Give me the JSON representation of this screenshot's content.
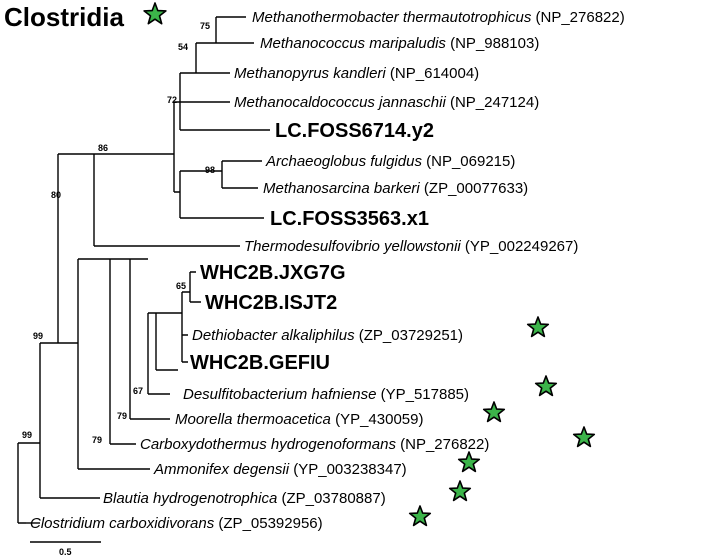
{
  "title": "Clostridia",
  "colors": {
    "star_fill": "#3cb54a",
    "line": "#000000"
  },
  "taxa": [
    {
      "id": "t1",
      "species": "Methanothermobacter thermautotrophicus",
      "accession": " (NP_276822)",
      "star": false
    },
    {
      "id": "t2",
      "species": "Methanococcus maripaludis",
      "accession": " (NP_988103)",
      "star": false
    },
    {
      "id": "t3",
      "species": "Methanopyrus kandleri",
      "accession": " (NP_614004)",
      "star": false
    },
    {
      "id": "t4",
      "species": "Methanocaldococcus jannaschii",
      "accession": " (NP_247124)",
      "star": false
    },
    {
      "id": "t5",
      "label": "LC.FOSS6714.y2"
    },
    {
      "id": "t6",
      "species": "Archaeoglobus fulgidus",
      "accession": " (NP_069215)",
      "star": false
    },
    {
      "id": "t7",
      "species": "Methanosarcina barkeri",
      "accession": " (ZP_00077633)",
      "star": false
    },
    {
      "id": "t8",
      "label": "LC.FOSS3563.x1"
    },
    {
      "id": "t9",
      "species": "Thermodesulfovibrio yellowstonii",
      "accession": " (YP_002249267)",
      "star": false
    },
    {
      "id": "t10",
      "label": "WHC2B.JXG7G"
    },
    {
      "id": "t11",
      "label": "WHC2B.ISJT2"
    },
    {
      "id": "t12",
      "species": "Dethiobacter alkaliphilus",
      "accession": " (ZP_03729251)",
      "star": true
    },
    {
      "id": "t13",
      "label": "WHC2B.GEFIU"
    },
    {
      "id": "t14",
      "species": "Desulfitobacterium hafniense",
      "accession": " (YP_517885)",
      "star": true
    },
    {
      "id": "t15",
      "species": "Moorella thermoacetica",
      "accession": " (YP_430059)",
      "star": true
    },
    {
      "id": "t16",
      "species": "Carboxydothermus hydrogenoformans",
      "accession": " (NP_276822)",
      "star": true
    },
    {
      "id": "t17",
      "species": "Ammonifex degensii",
      "accession": " (YP_003238347)",
      "star": true
    },
    {
      "id": "t18",
      "species": "Blautia hydrogenotrophica",
      "accession": " (ZP_03780887)",
      "star": true
    },
    {
      "id": "t19",
      "species": "Clostridium carboxidivorans",
      "accession": " (ZP_05392956)",
      "star": true
    }
  ],
  "bootstrap": [
    {
      "id": "n75",
      "value": "75"
    },
    {
      "id": "n54",
      "value": "54"
    },
    {
      "id": "n72",
      "value": "72"
    },
    {
      "id": "n98",
      "value": "98"
    },
    {
      "id": "n86",
      "value": "86"
    },
    {
      "id": "n80",
      "value": "80"
    },
    {
      "id": "n65",
      "value": "65"
    },
    {
      "id": "n67",
      "value": "67"
    },
    {
      "id": "n79a",
      "value": "79"
    },
    {
      "id": "n79b",
      "value": "79"
    },
    {
      "id": "n99a",
      "value": "99"
    },
    {
      "id": "n99b",
      "value": "99"
    }
  ],
  "scale_bar": {
    "label": "0.5"
  }
}
